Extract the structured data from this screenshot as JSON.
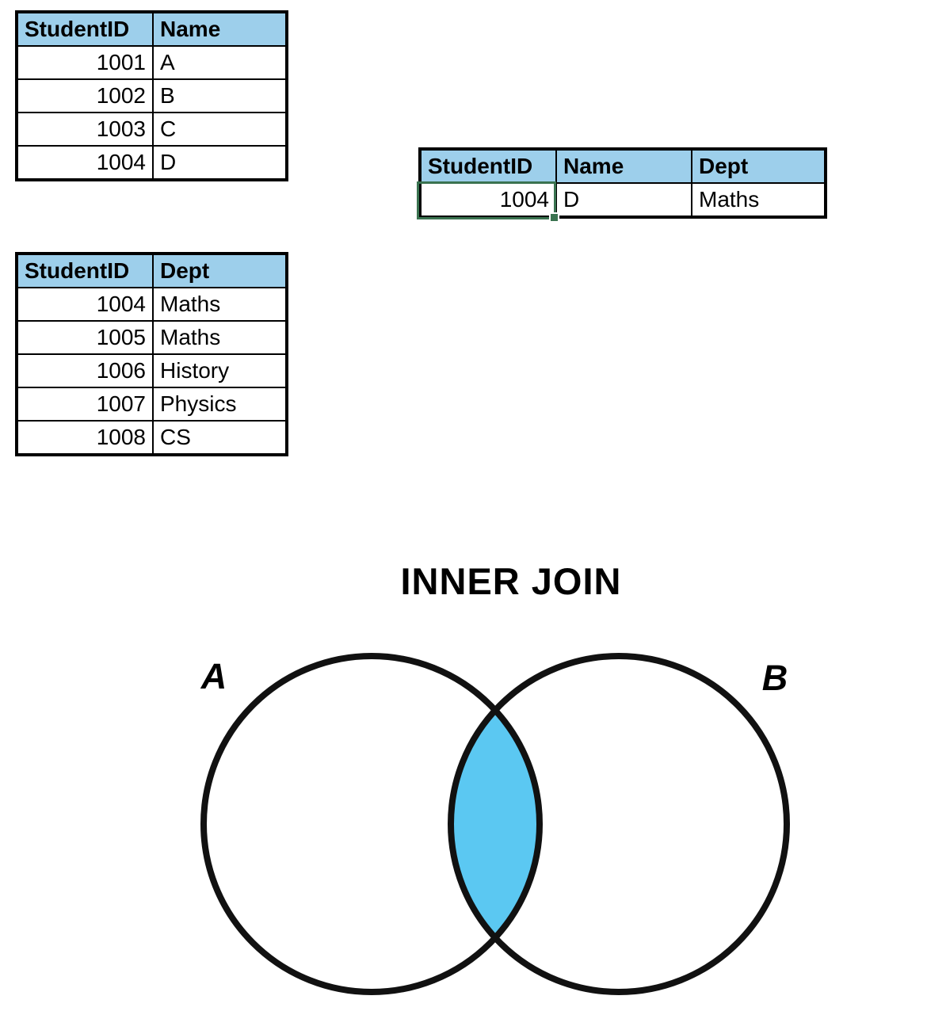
{
  "colors": {
    "header_blue": "#9DCFEB",
    "selection_green": "#3A7350",
    "table_border": "#000000"
  },
  "tables": {
    "students": {
      "headers": [
        "StudentID",
        "Name"
      ],
      "rows": [
        [
          "1001",
          "A"
        ],
        [
          "1002",
          "B"
        ],
        [
          "1003",
          "C"
        ],
        [
          "1004",
          "D"
        ]
      ]
    },
    "result": {
      "headers": [
        "StudentID",
        "Name",
        "Dept"
      ],
      "rows": [
        [
          "1004",
          "D",
          "Maths"
        ]
      ]
    },
    "departments": {
      "headers": [
        "StudentID",
        "Dept"
      ],
      "rows": [
        [
          "1004",
          "Maths"
        ],
        [
          "1005",
          "Maths"
        ],
        [
          "1006",
          "History"
        ],
        [
          "1007",
          "Physics"
        ],
        [
          "1008",
          "CS"
        ]
      ]
    }
  },
  "venn": {
    "title": "INNER JOIN",
    "left_label": "A",
    "right_label": "B",
    "intersection_color": "#5BC8F2",
    "circle_stroke": "#111111"
  }
}
